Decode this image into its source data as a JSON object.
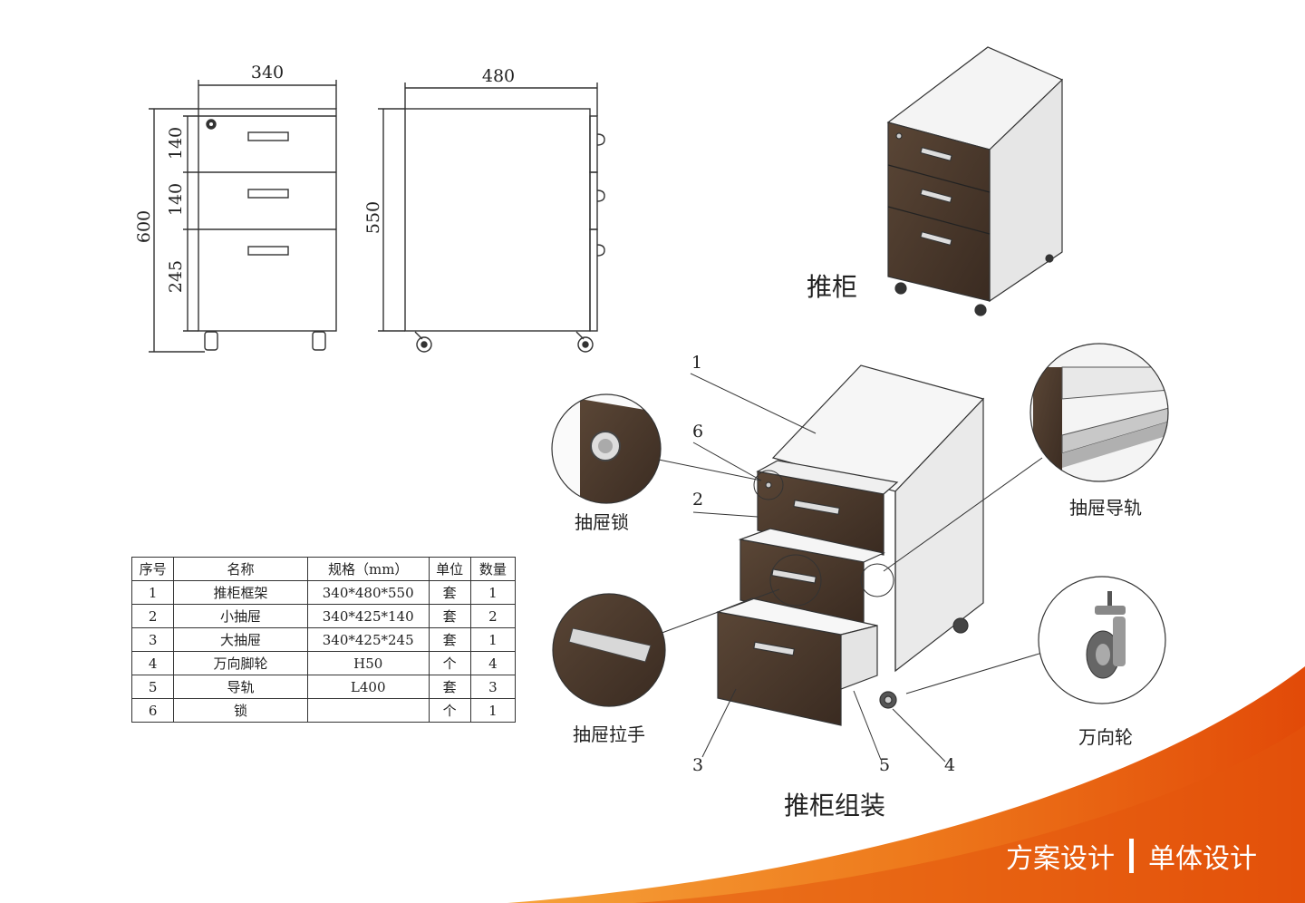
{
  "dimensions": {
    "front_width": "340",
    "side_depth": "480",
    "total_height": "600",
    "body_height": "550",
    "drawer1_height": "140",
    "drawer2_height": "140",
    "drawer3_height": "245"
  },
  "labels": {
    "cabinet": "推柜",
    "assembly": "推柜组装",
    "lock": "抽屉锁",
    "rail": "抽屉导轨",
    "handle": "抽屉拉手",
    "caster": "万向轮"
  },
  "callouts": [
    "1",
    "2",
    "3",
    "4",
    "5",
    "6"
  ],
  "table": {
    "headers": [
      "序号",
      "名称",
      "规格（mm）",
      "单位",
      "数量"
    ],
    "rows": [
      [
        "1",
        "推柜框架",
        "340*480*550",
        "套",
        "1"
      ],
      [
        "2",
        "小抽屉",
        "340*425*140",
        "套",
        "2"
      ],
      [
        "3",
        "大抽屉",
        "340*425*245",
        "套",
        "1"
      ],
      [
        "4",
        "万向脚轮",
        "H50",
        "个",
        "4"
      ],
      [
        "5",
        "导轨",
        "L400",
        "套",
        "3"
      ],
      [
        "6",
        "锁",
        "",
        "个",
        "1"
      ]
    ]
  },
  "footer": {
    "left": "方案设计",
    "right": "单体设计"
  },
  "colors": {
    "wood": "#4a3a2e",
    "white_panel": "#f2f2f2",
    "accent_orange": "#e8590c",
    "line": "#333333"
  }
}
